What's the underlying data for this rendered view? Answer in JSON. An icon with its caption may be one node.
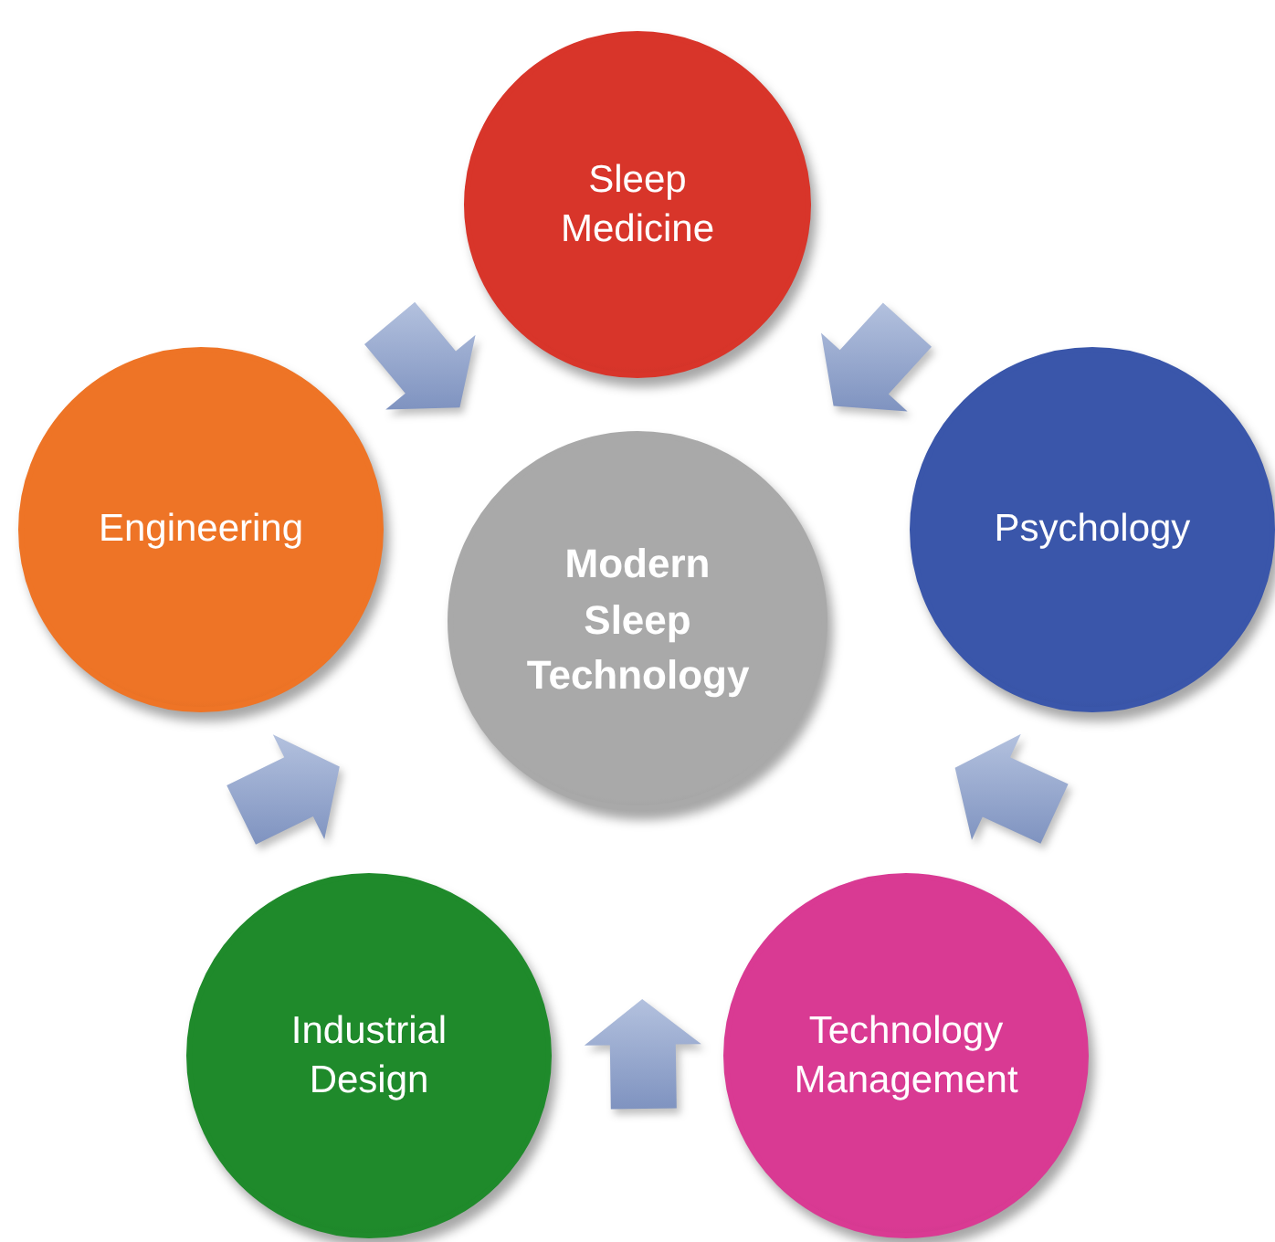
{
  "diagram": {
    "nodes": [
      {
        "text": [
          "Sleep Medicine"
        ]
      },
      {
        "text": [
          "Engineering"
        ]
      },
      {
        "text": [
          "Modern Sleep Technology"
        ]
      },
      {
        "text": [
          "Psychology"
        ]
      },
      {
        "text": [
          "Industrial Design"
        ]
      },
      {
        "text": [
          "Technology Management"
        ]
      }
    ],
    "edges": [
      {
        "from": 1,
        "to": 0,
        "arrow": "to"
      },
      {
        "from": 3,
        "to": 0,
        "arrow": "to"
      },
      {
        "from": 5,
        "to": 3,
        "arrow": "to"
      },
      {
        "from": 5,
        "to": 4,
        "arrow": "to"
      },
      {
        "from": 4,
        "to": 1,
        "arrow": "to"
      }
    ]
  }
}
